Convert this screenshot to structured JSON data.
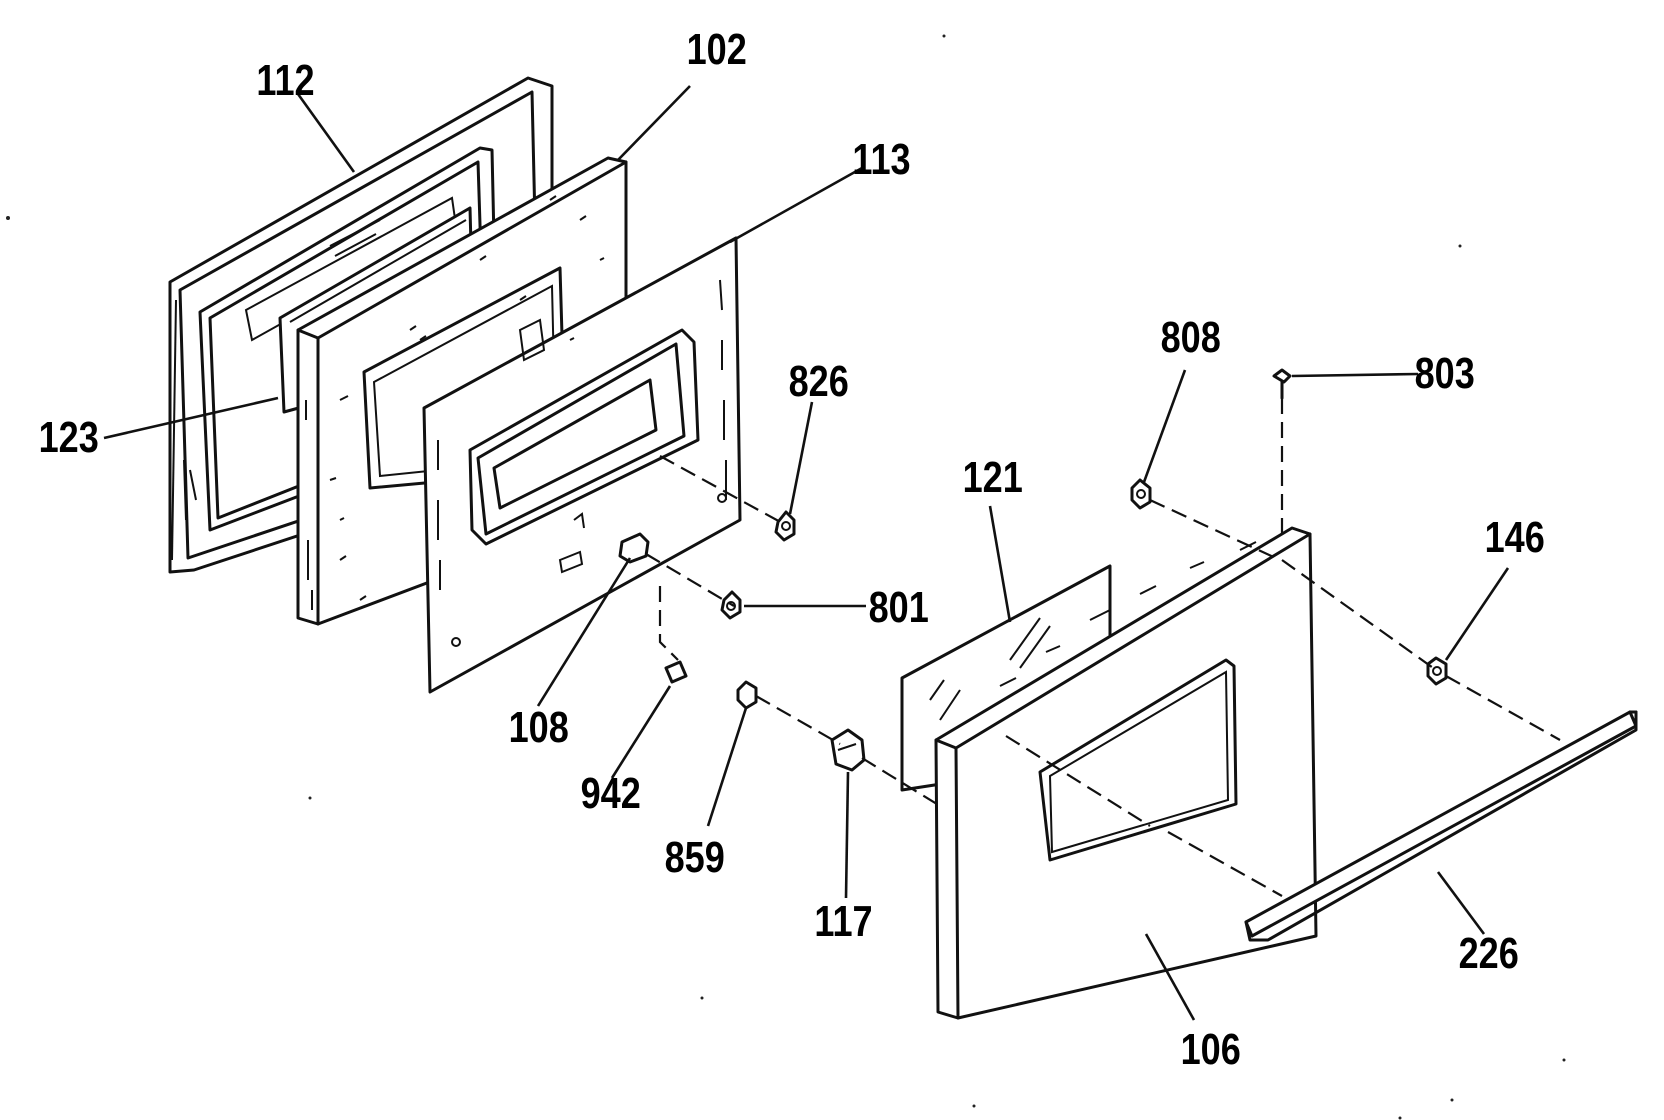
{
  "diagram": {
    "part_labels": {
      "p112": "112",
      "p102": "102",
      "p113": "113",
      "p123": "123",
      "p826": "826",
      "p808": "808",
      "p803": "803",
      "p121": "121",
      "p146": "146",
      "p801": "801",
      "p108": "108",
      "p942": "942",
      "p859": "859",
      "p117": "117",
      "p226": "226",
      "p106": "106"
    }
  }
}
